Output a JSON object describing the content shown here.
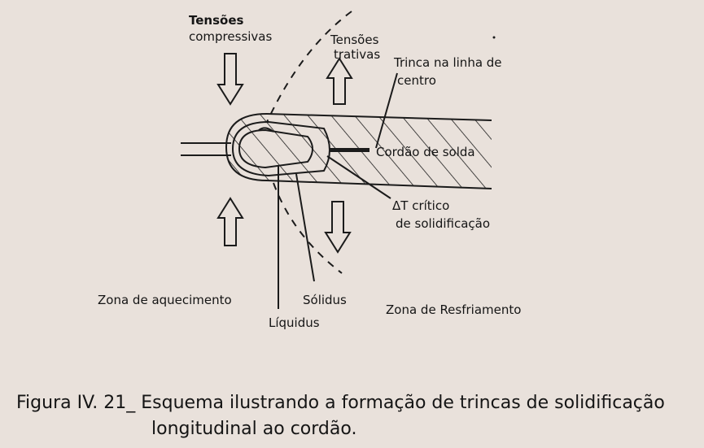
{
  "labels": {
    "compressive": [
      "Tensões",
      "compressivas"
    ],
    "tensile": [
      "Tensões",
      "trativas"
    ],
    "centerline_crack": [
      "Trinca na linha de",
      "centro"
    ],
    "weld_bead": "Cordão de solda",
    "critical_dt": [
      "ΔT   crítico",
      "de solidificação"
    ],
    "heating_zone": "Zona de aquecimento",
    "solidus": "Sólidus",
    "liquidus": "Líquidus",
    "cooling_zone": "Zona de Resfriamento"
  },
  "caption": {
    "line1": "Figura IV. 21_ Esquema ilustrando a formação de trincas de solidificação",
    "line2": "longitudinal ao cordão."
  },
  "colors": {
    "paper": "#e9e1db",
    "ink": "#1b1b1b"
  }
}
